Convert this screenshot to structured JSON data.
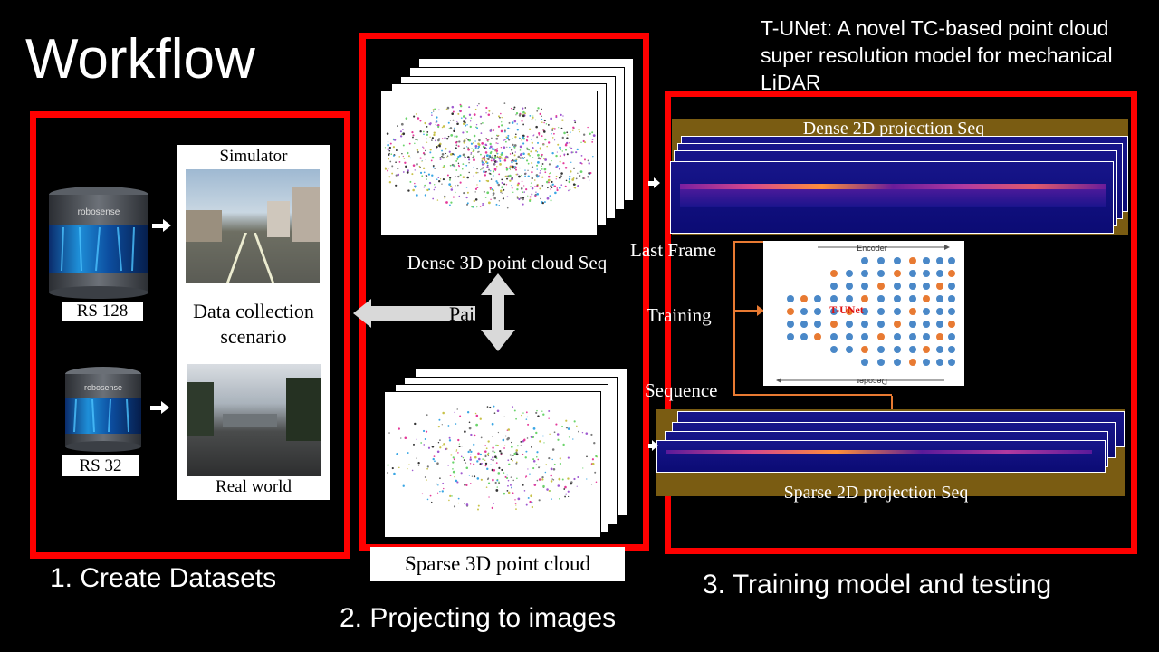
{
  "title": "Workflow",
  "subtitle": "T-UNet: A novel TC-based point cloud super resolution model for mechanical LiDAR",
  "step1": {
    "caption": "1. Create Datasets",
    "sensor_top_label": "RS 128",
    "sensor_bottom_label": "RS 32",
    "sensor_brand": "robosense",
    "simulator_label": "Simulator",
    "scenario_label": "Data collection scenario",
    "realworld_label": "Real world"
  },
  "step2": {
    "caption": "2. Projecting to images",
    "dense_label": "Dense 3D point cloud Seq",
    "sparse_label": "Sparse 3D point cloud",
    "pairs_label": "Pairs"
  },
  "step3": {
    "caption": "3. Training model and testing",
    "dense_proj_label": "Dense 2D projection Seq",
    "sparse_proj_label": "Sparse 2D projection Seq",
    "last_frame_label": "Last Frame",
    "training_label": "Training",
    "sequence_label": "Sequence",
    "model_name": "T-UNet",
    "encoder_label": "Encoder",
    "decoder_label": "Decoder"
  },
  "colors": {
    "frame_red": "#ff0000",
    "projection_band": "#7a5c12",
    "projection_fill": "#14128a",
    "connector_orange": "#e87a32"
  }
}
